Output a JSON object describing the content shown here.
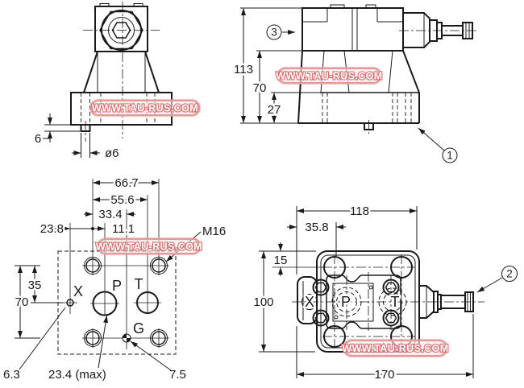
{
  "colors": {
    "line": "#1a1a1a",
    "watermark_border": "#e59a9a",
    "watermark_fill": "#fdecec",
    "watermark_text": "#ffffff",
    "watermark_text_outline": "#d96f6f"
  },
  "watermark": {
    "text": "WWW.TAU-RUS.COM"
  },
  "callouts": {
    "c1": "1",
    "c2": "2",
    "c3": "3"
  },
  "front_view": {
    "dims": {
      "protrusion_height": "6",
      "protrusion_dia": "ø6"
    }
  },
  "side_view": {
    "dims": {
      "total_height": "113",
      "body_height": "70",
      "base_height": "27"
    }
  },
  "port_face_view": {
    "dims": {
      "d66_7": "66.7",
      "d55_6": "55.6",
      "d33_4": "33.4",
      "d23_8": "23.8",
      "d11_1": "11.1",
      "thread": "M16",
      "d35": "35",
      "d70": "70",
      "x_port_dia": "6.3",
      "p_port_dia": "23.4 (max)",
      "g_port_dia": "7.5"
    },
    "ports": {
      "x": "X",
      "p": "P",
      "t": "T",
      "g": "G"
    }
  },
  "top_view": {
    "dims": {
      "d118": "118",
      "d35_8": "35.8",
      "d15": "15",
      "d100": "100",
      "d170": "170"
    },
    "ports": {
      "x": "X",
      "p": "P",
      "t": "T"
    }
  }
}
